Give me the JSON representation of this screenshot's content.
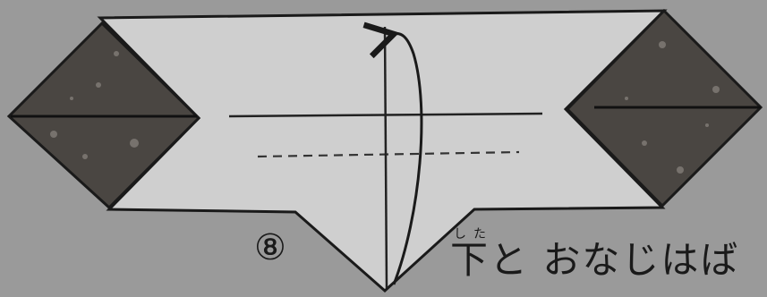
{
  "diagram": {
    "step_number": "⑧",
    "caption": {
      "ruby_base": "下",
      "ruby_reading": "した",
      "rest": "と おなじはば"
    },
    "colors": {
      "background": "#9a9a9a",
      "paper": "#cfcfcf",
      "pattern_side": "#4a4642",
      "ink": "#1a1a1a"
    }
  }
}
